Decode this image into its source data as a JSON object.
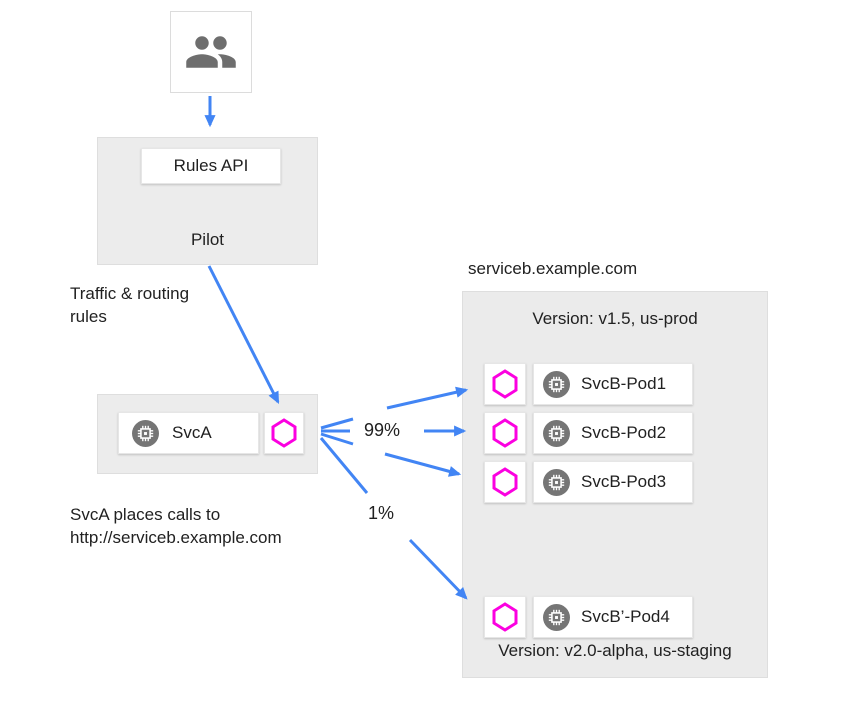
{
  "diagram": {
    "users": {
      "icon": "people-icon"
    },
    "pilot": {
      "rules_api_label": "Rules API",
      "title": "Pilot"
    },
    "annotations": {
      "traffic_rules": "Traffic & routing rules",
      "svca_caption_line1": "SvcA places calls to",
      "svca_caption_line2": "http://serviceb.example.com",
      "service_domain": "serviceb.example.com",
      "percent_major": "99%",
      "percent_minor": "1%"
    },
    "svca": {
      "label": "SvcA"
    },
    "serviceb": {
      "version_prod": "Version: v1.5, us-prod",
      "version_staging": "Version: v2.0-alpha, us-staging",
      "pods": [
        {
          "label": "SvcB-Pod1"
        },
        {
          "label": "SvcB-Pod2"
        },
        {
          "label": "SvcB-Pod3"
        },
        {
          "label": "SvcB’-Pod4"
        }
      ]
    },
    "colors": {
      "arrow_blue": "#4285f4",
      "proxy_hexagon_magenta": "#fb00e0",
      "service_icon_gray": "#757575",
      "panel_gray": "#ececec"
    }
  }
}
